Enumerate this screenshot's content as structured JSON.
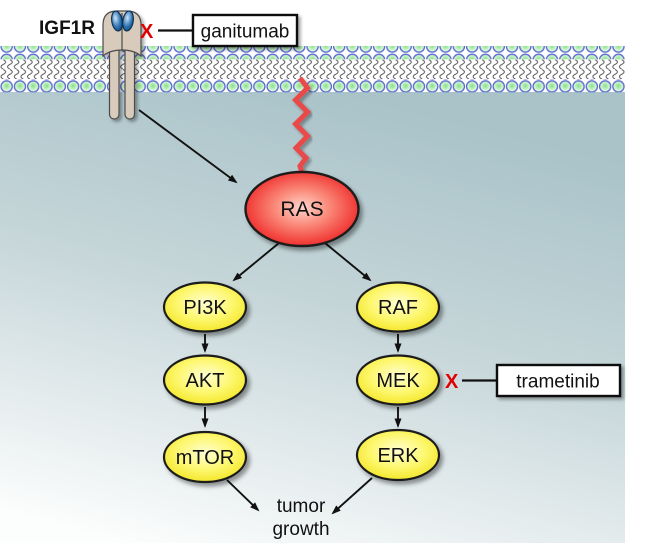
{
  "diagram": {
    "type": "signaling-pathway",
    "receptor": {
      "label": "IGF1R"
    },
    "inhibitors": [
      {
        "label": "ganitumab",
        "x_mark": "X",
        "target": "IGF1R"
      },
      {
        "label": "trametinib",
        "x_mark": "X",
        "target": "MEK"
      }
    ],
    "nodes": [
      {
        "label": "RAS",
        "fill": "#ee2222"
      },
      {
        "label": "PI3K",
        "fill": "#f2e418"
      },
      {
        "label": "AKT",
        "fill": "#f2e418"
      },
      {
        "label": "mTOR",
        "fill": "#f2e418"
      },
      {
        "label": "RAF",
        "fill": "#f2e418"
      },
      {
        "label": "MEK",
        "fill": "#f2e418"
      },
      {
        "label": "ERK",
        "fill": "#f2e418"
      }
    ],
    "outcome": {
      "line1": "tumor",
      "line2": "growth"
    },
    "edges": [
      "IGF1R -> RAS",
      "RAS -> PI3K",
      "PI3K -> AKT",
      "AKT -> mTOR",
      "RAS -> RAF",
      "RAF -> MEK",
      "MEK -> ERK",
      "mTOR -> tumor growth",
      "ERK -> tumor growth"
    ],
    "colors": {
      "inhibitor_x": "#e10000",
      "zigzag_anchor": "#ea4848",
      "arrow": "#111111",
      "membrane_head_fill": "#8fe290",
      "membrane_head_outline": "#5a68cf",
      "membrane_tail": "#474747",
      "receptor_body": "#d9cbbc",
      "receptor_domain_blue": "#2f75b5",
      "cytoplasm_top": "#a9c3c9",
      "cytoplasm_bottom": "#fcfdfd",
      "extracellular": "#ffffff"
    }
  }
}
